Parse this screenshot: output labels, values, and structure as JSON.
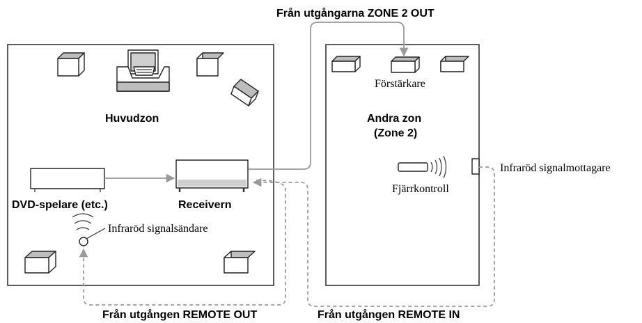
{
  "labels": {
    "zone2_out": "Från utgångarna ZONE 2 OUT",
    "main_zone": "Huvudzon",
    "other_zone": "Andra zon",
    "other_zone_sub": "(Zone 2)",
    "amplifier": "Förstärkare",
    "dvd_player": "DVD-spelare (etc.)",
    "receiver": "Receivern",
    "ir_emitter": "Infraröd signalsändare",
    "remote_control": "Fjärrkontroll",
    "ir_receiver": "Infraröd signalmottagare",
    "remote_out": "Från utgången REMOTE OUT",
    "remote_in": "Från utgången REMOTE IN"
  },
  "colors": {
    "line": "#9a9a9a",
    "outline": "#222222",
    "device_shade": "#bdbdbd"
  }
}
